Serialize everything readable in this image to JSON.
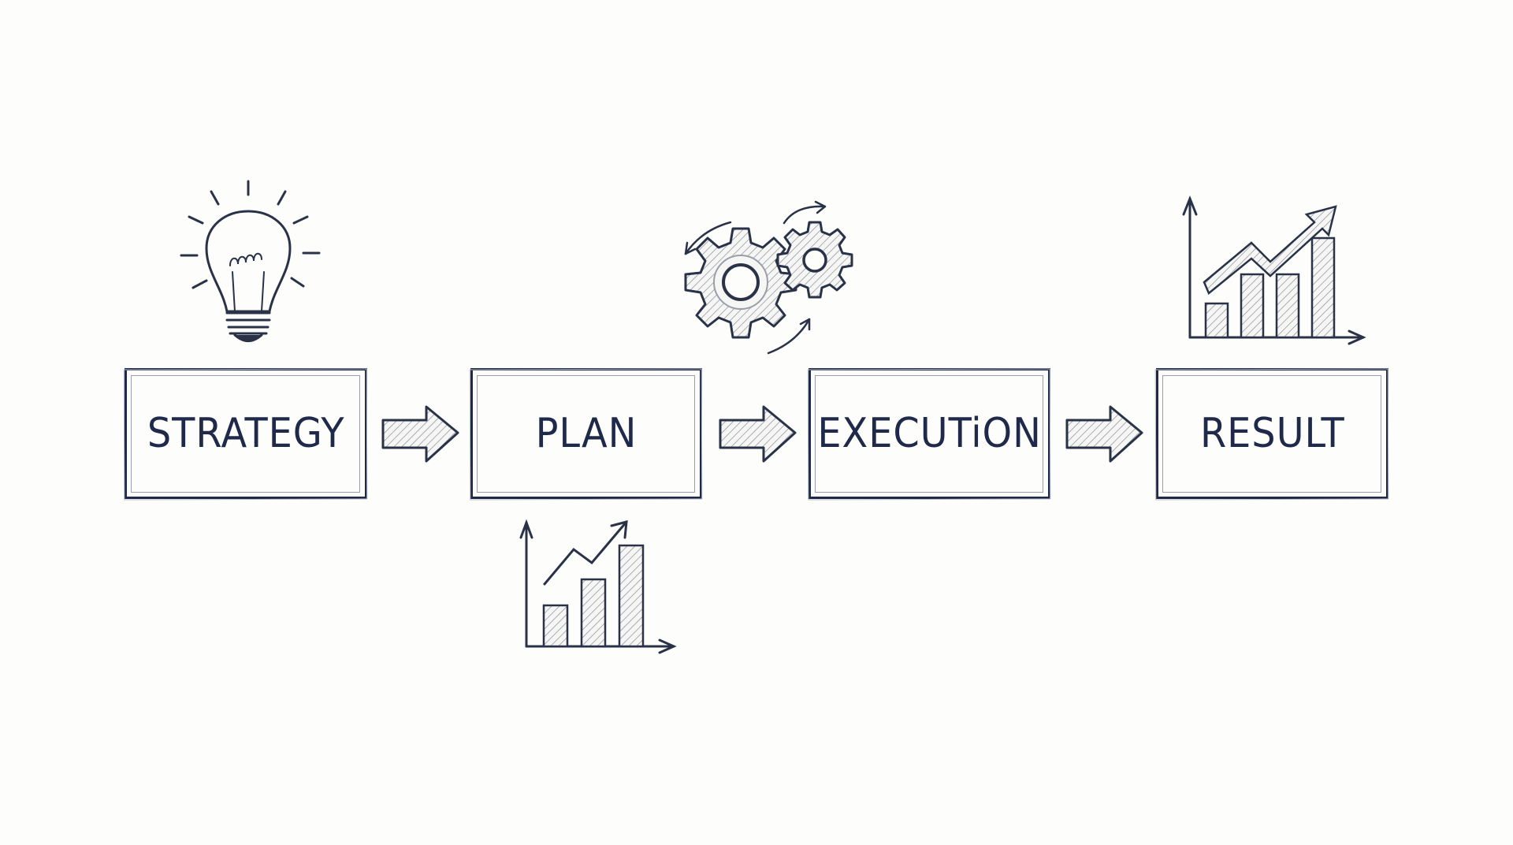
{
  "diagram": {
    "type": "process-flow",
    "colors": {
      "ink": "#1f2a4a",
      "pencil": "#9a9ea8",
      "background": "#fdfdfc"
    },
    "steps": [
      {
        "id": "strategy",
        "label": "STRATEGY",
        "icon": "lightbulb-icon",
        "icon_position": "above"
      },
      {
        "id": "plan",
        "label": "PLAN",
        "icon": "bar-chart-trend-icon",
        "icon_position": "below"
      },
      {
        "id": "execution",
        "label": "EXECUTiON",
        "icon": "gears-icon",
        "icon_position": "above"
      },
      {
        "id": "result",
        "label": "RESULT",
        "icon": "growth-chart-icon",
        "icon_position": "above"
      }
    ],
    "connectors": [
      {
        "from": "strategy",
        "to": "plan",
        "icon": "arrow-right-icon"
      },
      {
        "from": "plan",
        "to": "execution",
        "icon": "arrow-right-icon"
      },
      {
        "from": "execution",
        "to": "result",
        "icon": "arrow-right-icon"
      }
    ]
  }
}
